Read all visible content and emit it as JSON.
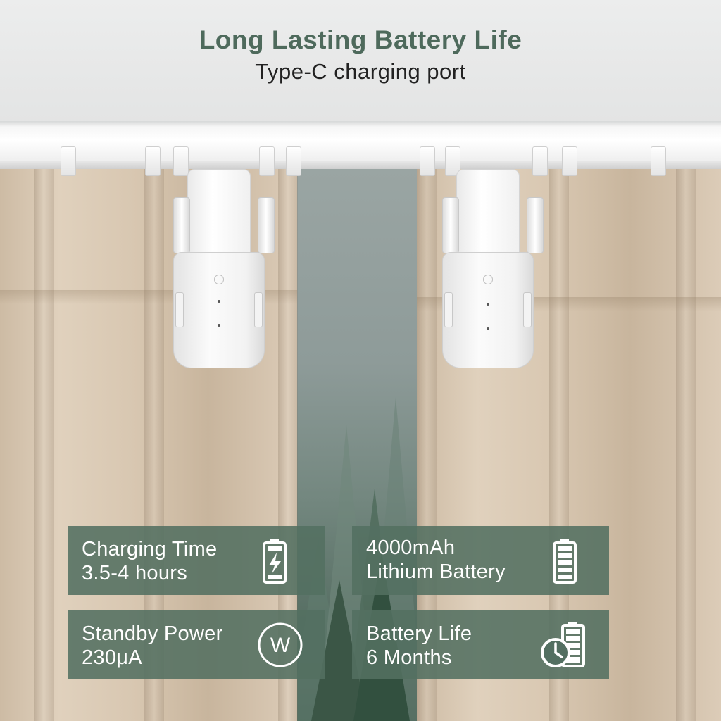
{
  "header": {
    "title": "Long Lasting Battery Life",
    "subtitle": "Type-C charging port"
  },
  "features": [
    {
      "line1": "Charging Time",
      "line2": "3.5-4 hours",
      "icon": "battery-charging-icon"
    },
    {
      "line1": "4000mAh",
      "line2": "Lithium Battery",
      "icon": "battery-full-icon"
    },
    {
      "line1": "Standby Power",
      "line2": "230μA",
      "icon": "watt-icon",
      "icon_glyph": "W"
    },
    {
      "line1": "Battery Life",
      "line2": "6 Months",
      "icon": "clock-battery-icon"
    }
  ],
  "colors": {
    "title": "#4e6a5c",
    "card_bg": "#536f61",
    "curtain": "#d9c8b2"
  }
}
